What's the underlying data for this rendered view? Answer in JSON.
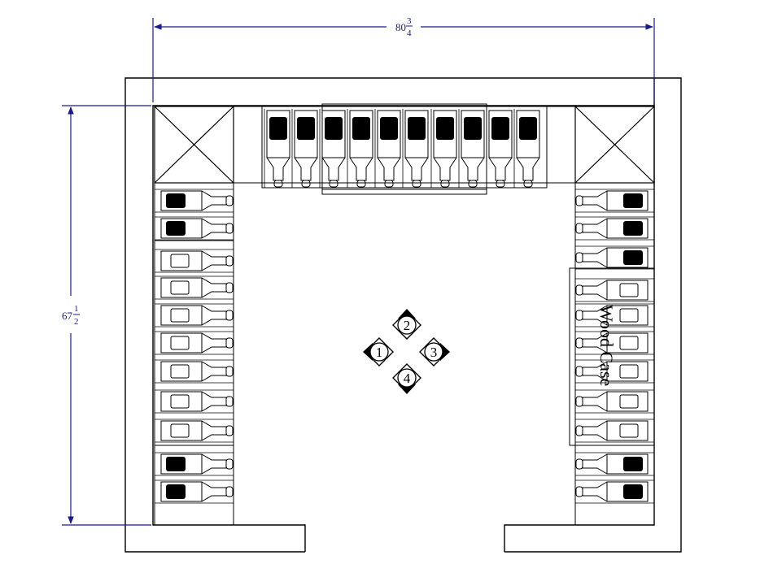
{
  "dimensions": {
    "width": {
      "whole": "80",
      "numerator": "3",
      "denominator": "4"
    },
    "height": {
      "whole": "67",
      "numerator": "1",
      "denominator": "2"
    }
  },
  "view_markers": [
    "1",
    "2",
    "3",
    "4"
  ],
  "labels": {
    "wood_case": "Wood Case"
  },
  "colors": {
    "dimension": "#1a1a8c",
    "line": "#000000",
    "bottle_fill": "#000000"
  },
  "symbols": {
    "corner_unit": "x-box-icon",
    "bottle": "wine-bottle-icon",
    "view_arrow": "diamond-arrow-icon"
  }
}
